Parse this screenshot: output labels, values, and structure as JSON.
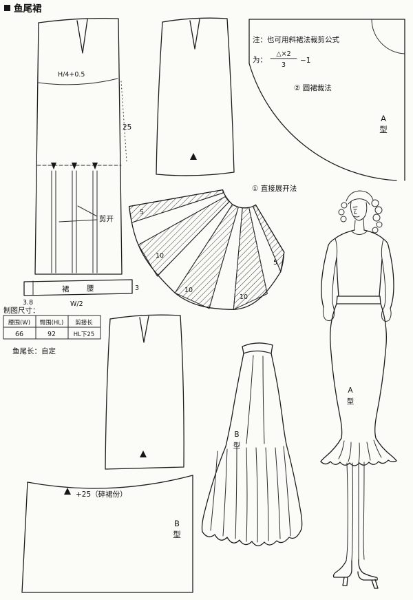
{
  "page": {
    "title": "鱼尾裙"
  },
  "pattern_front": {
    "hip_label": "H/4+0.5",
    "length_label": "25",
    "cut_label": "剪开"
  },
  "waistband": {
    "label_left": "裙",
    "label_right": "腰",
    "width_left": "3.8",
    "width_center": "W/2",
    "height_right": "3"
  },
  "circle_method": {
    "note_line1": "注：也可用斜裙法裁剪公式",
    "note_line2": "为：",
    "formula_top": "△×2",
    "formula_bottom": "3",
    "formula_tail": "−1",
    "caption": "② 圆裙裁法",
    "type_label": "A型"
  },
  "fan": {
    "caption": "① 直接展开法",
    "gaps": [
      "5",
      "10",
      "10",
      "10",
      "5"
    ]
  },
  "size_table": {
    "title": "制图尺寸：",
    "headers": [
      "腰围(W)",
      "臀围(HL)",
      "剪接长"
    ],
    "values": [
      "66",
      "92",
      "HL下25"
    ],
    "note": "鱼尾长：自定"
  },
  "flounce_piece": {
    "label": "+25（碎裙份）",
    "type_label": "B型"
  },
  "figure": {
    "type_label": "A型"
  },
  "skirt_b": {
    "type_label": "B型"
  }
}
